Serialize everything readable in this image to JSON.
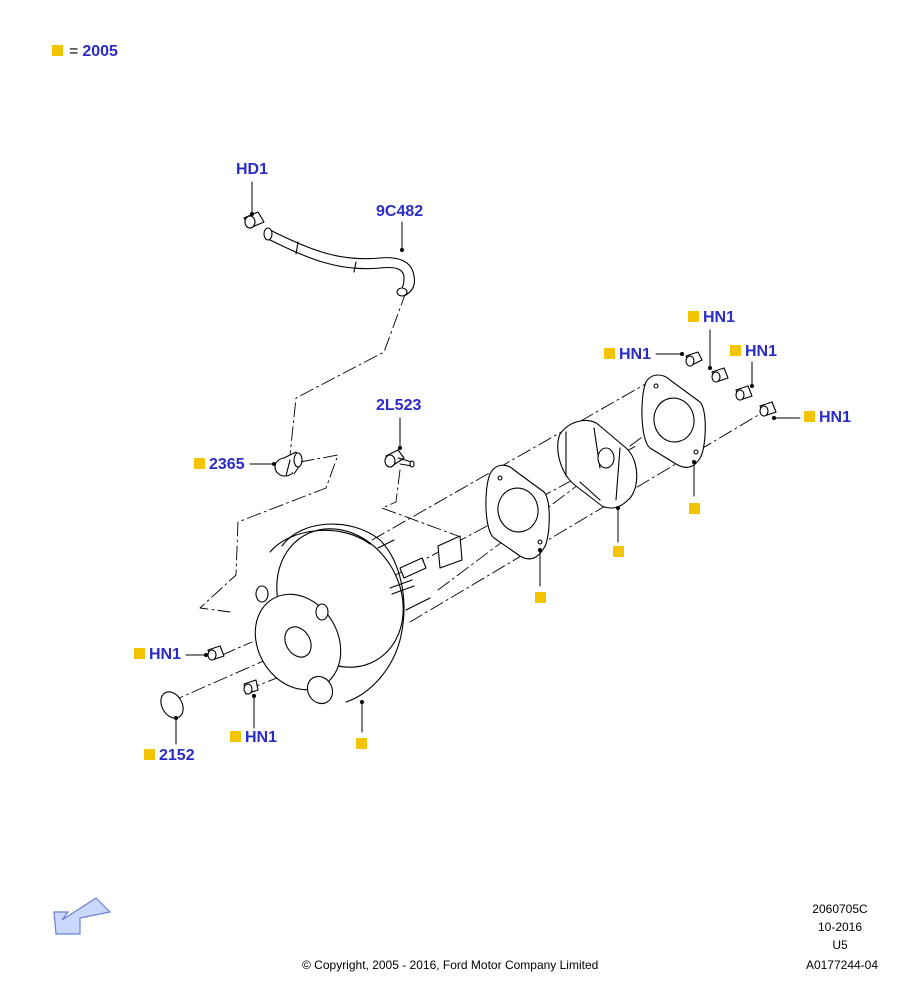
{
  "legend": {
    "equals": "=",
    "year": "2005",
    "color": "#f5c400"
  },
  "callouts": {
    "hd1": "HD1",
    "hose": "9C482",
    "valve": "2365",
    "fitting": "2L523",
    "nut_top_left": "HN1",
    "nut_top_mid": "HN1",
    "nut_top_right": "HN1",
    "nut_right": "HN1",
    "nut_left": "HN1",
    "nut_bottom": "HN1",
    "seal": "2152"
  },
  "footer": {
    "code": "2060705C",
    "date": "10-2016",
    "variant": "U5",
    "ref": "A0177244-04",
    "copyright": "© Copyright, 2005 - 2016, Ford Motor Company Limited"
  },
  "icons": {
    "orientation": "arrow-icon"
  },
  "colors": {
    "label_blue": "#2b2bc8",
    "marker_yellow": "#f5c400",
    "line": "#000000"
  }
}
